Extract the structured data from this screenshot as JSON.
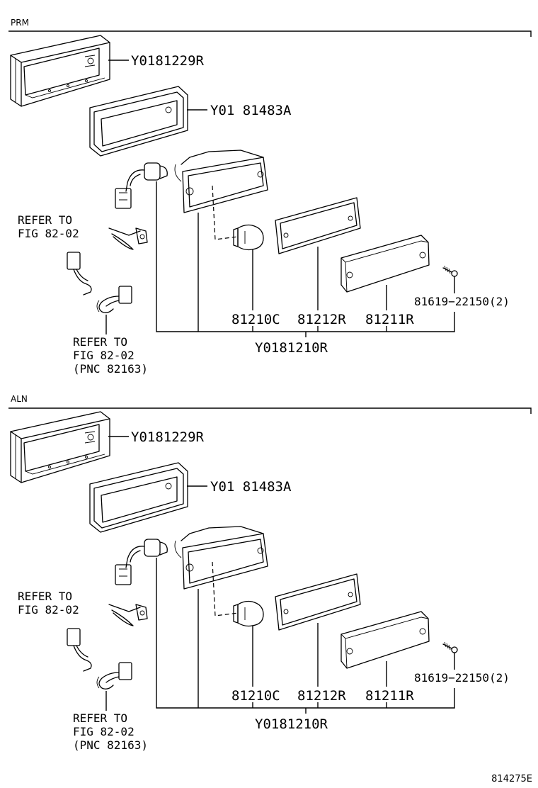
{
  "sections": [
    {
      "label": "PRM",
      "parts": {
        "bezel": "Y0181229R",
        "gasket_frame": "Y01 81483A",
        "bulb": "81210C",
        "lens_gasket": "81212R",
        "lens": "81211R",
        "screw": "81619−22150(2)",
        "assembly": "Y0181210R"
      },
      "refer_top": [
        "REFER TO",
        "FIG 82-02"
      ],
      "refer_bottom": [
        "REFER TO",
        "FIG 82-02",
        "(PNC 82163)"
      ]
    },
    {
      "label": "ALN",
      "parts": {
        "bezel": "Y0181229R",
        "gasket_frame": "Y01 81483A",
        "bulb": "81210C",
        "lens_gasket": "81212R",
        "lens": "81211R",
        "screw": "81619−22150(2)",
        "assembly": "Y0181210R"
      },
      "refer_top": [
        "REFER TO",
        "FIG 82-02"
      ],
      "refer_bottom": [
        "REFER TO",
        "FIG 82-02",
        "(PNC 82163)"
      ]
    }
  ],
  "diagram_code": "814275E"
}
